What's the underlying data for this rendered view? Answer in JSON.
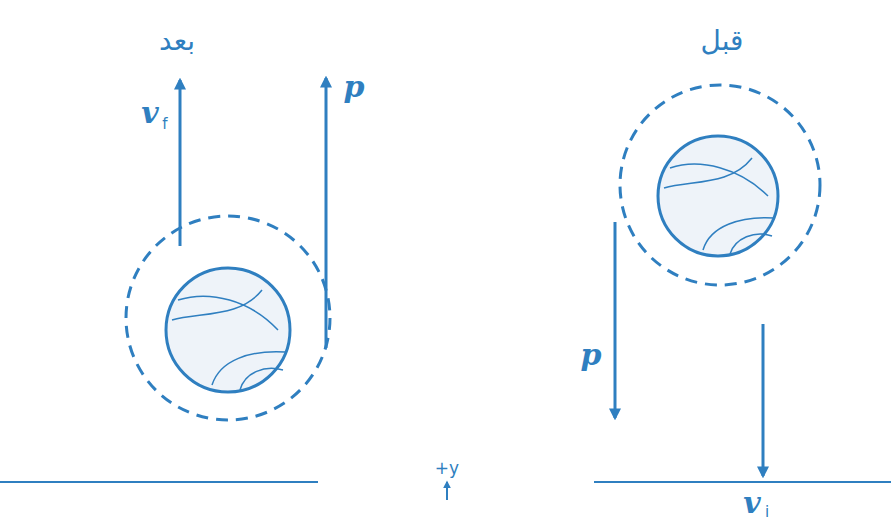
{
  "diagram": {
    "labels": [
      "بعد",
      "قبل",
      "v",
      "f",
      "p",
      "p",
      "v",
      "i",
      "+y"
    ]
  }
}
